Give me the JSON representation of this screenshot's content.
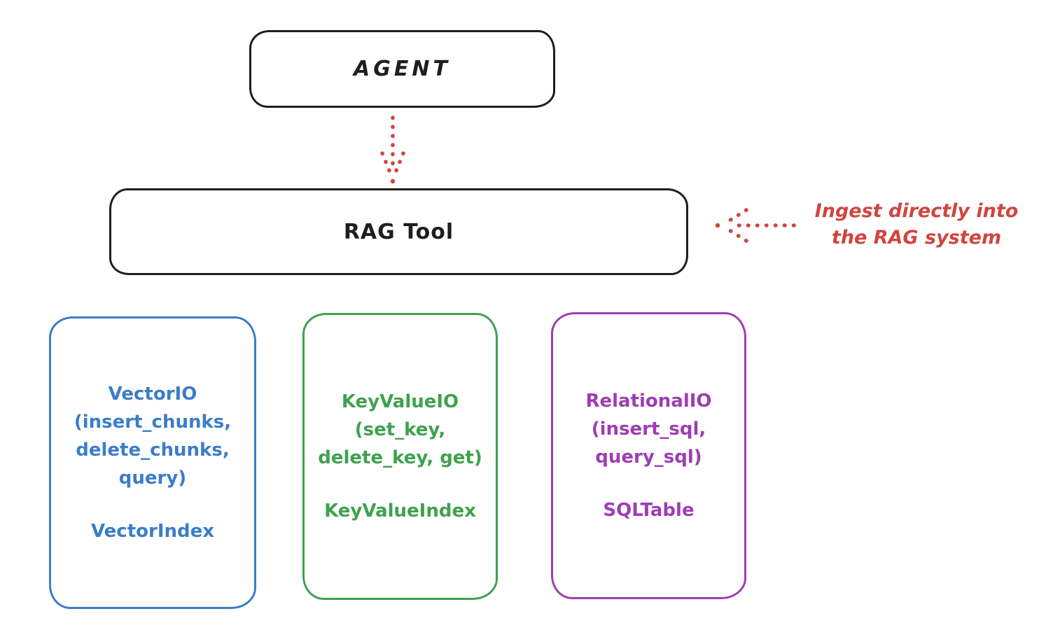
{
  "canvas": {
    "background": "#ffffff"
  },
  "colors": {
    "ink": "#1e1e1e",
    "red": "#d0453f",
    "blue": "#3b7dc8",
    "green": "#3fa14e",
    "purple": "#9e3db3"
  },
  "agent_box": {
    "label": "AGENT"
  },
  "rag_box": {
    "label": "RAG Tool"
  },
  "ingest_annotation": {
    "line1": "Ingest directly into",
    "line2": "the RAG system"
  },
  "arrows": {
    "agent_to_rag": "dotted-down-arrow",
    "annotation_to_rag": "dotted-left-arrow"
  },
  "io_boxes": [
    {
      "name": "VectorIO",
      "color": "#3b7dc8",
      "lines": [
        "VectorIO",
        "(insert_chunks,",
        "delete_chunks,",
        "query)"
      ],
      "index_label": "VectorIndex"
    },
    {
      "name": "KeyValueIO",
      "color": "#3fa14e",
      "lines": [
        "KeyValueIO",
        "(set_key,",
        "delete_key, get)"
      ],
      "index_label": "KeyValueIndex"
    },
    {
      "name": "RelationalIO",
      "color": "#9e3db3",
      "lines": [
        "RelationalIO",
        "(insert_sql,",
        "query_sql)"
      ],
      "index_label": "SQLTable"
    }
  ]
}
